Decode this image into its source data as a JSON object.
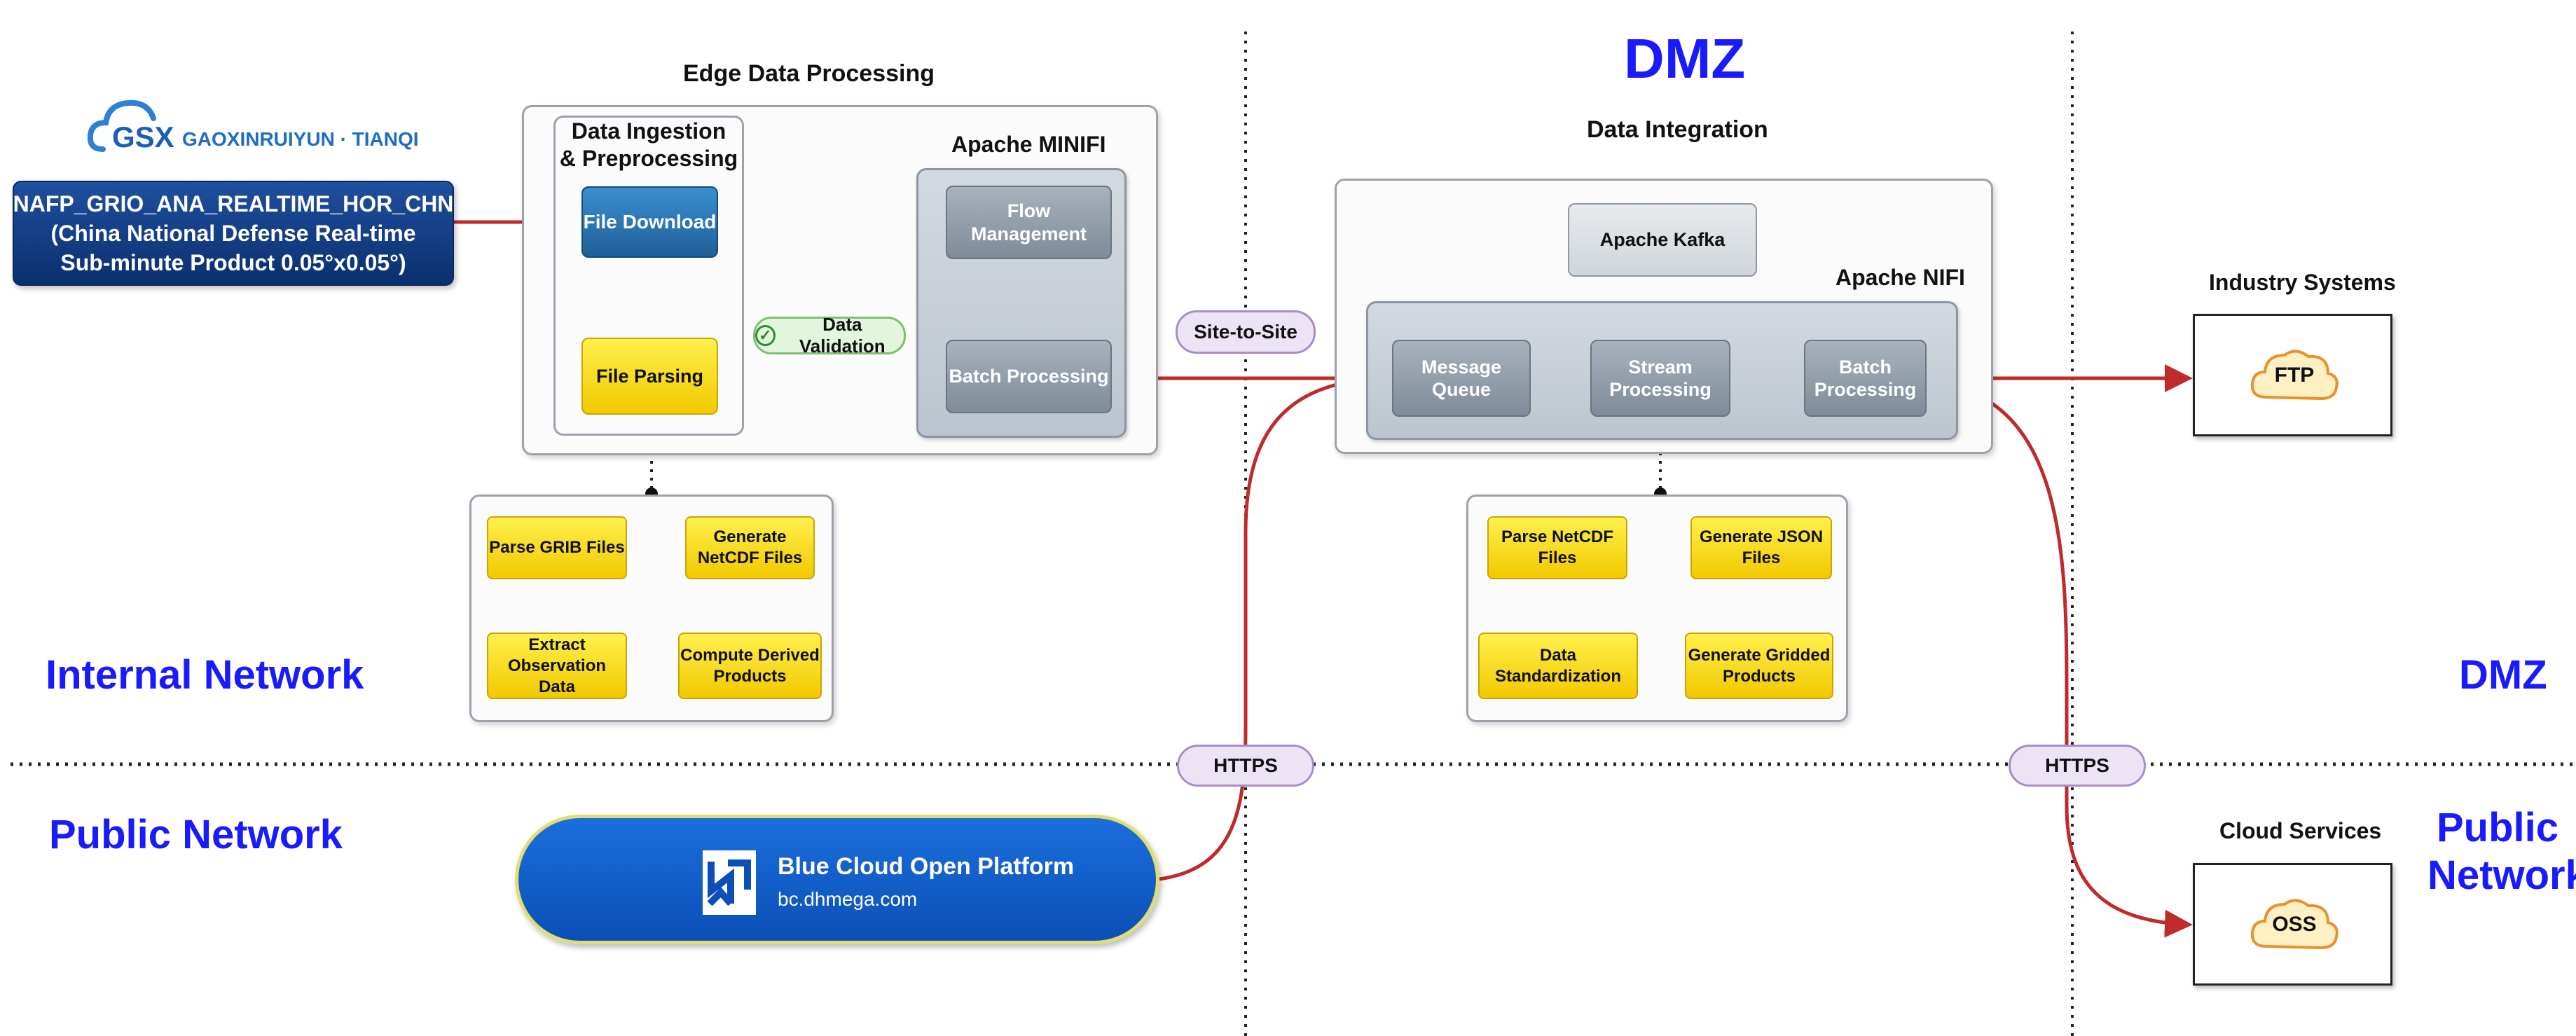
{
  "logo": {
    "mark": "GSX",
    "text": "GAOXINRUIYUN · TIANQI"
  },
  "source": {
    "lines": [
      "NAFP_GRIO_ANA_REALTIME_HOR_CHN",
      "(China National Defense Real-time",
      "Sub-minute Product 0.05°x0.05°)"
    ]
  },
  "edge": {
    "title": "Edge Data Processing",
    "ingestion_title": "Data Ingestion\n& Preprocessing",
    "file_download": "File Download",
    "file_parsing": "File Parsing",
    "data_validation": "Data Validation",
    "minifi_title": "Apache MINIFI",
    "flow_management": "Flow Management",
    "batch_processing": "Batch Processing",
    "detail": {
      "parse_grib": "Parse GRIB Files",
      "generate_netcdf": "Generate NetCDF Files",
      "extract_observation": "Extract Observation Data",
      "compute_derived": "Compute Derived Products"
    }
  },
  "dmz": {
    "title": "DMZ",
    "integration_title": "Data Integration",
    "kafka": "Apache Kafka",
    "nifi_title": "Apache NIFI",
    "message_queue": "Message Queue",
    "stream_processing": "Stream Processing",
    "batch_processing": "Batch Processing",
    "detail": {
      "parse_netcdf": "Parse NetCDF Files",
      "generate_json": "Generate JSON Files",
      "standardization": "Data Standardization",
      "gridded": "Generate Gridded Products"
    }
  },
  "connectors": {
    "site_to_site": "Site-to-Site",
    "https_left": "HTTPS",
    "https_right": "HTTPS"
  },
  "industry": {
    "title": "Industry Systems",
    "ftp": "FTP"
  },
  "cloud_services": {
    "title": "Cloud Services",
    "oss": "OSS"
  },
  "zones": {
    "internal": "Internal Network",
    "public_left": "Public Network",
    "dmz_right": "DMZ",
    "public_right": "Public\nNetwork"
  },
  "platform": {
    "name": "Blue Cloud Open Platform",
    "url": "bc.dhmega.com"
  },
  "colors": {
    "arrow": "#c02a2a",
    "zone_label": "#1a1aff",
    "source_bg": "#0b2f6e"
  }
}
